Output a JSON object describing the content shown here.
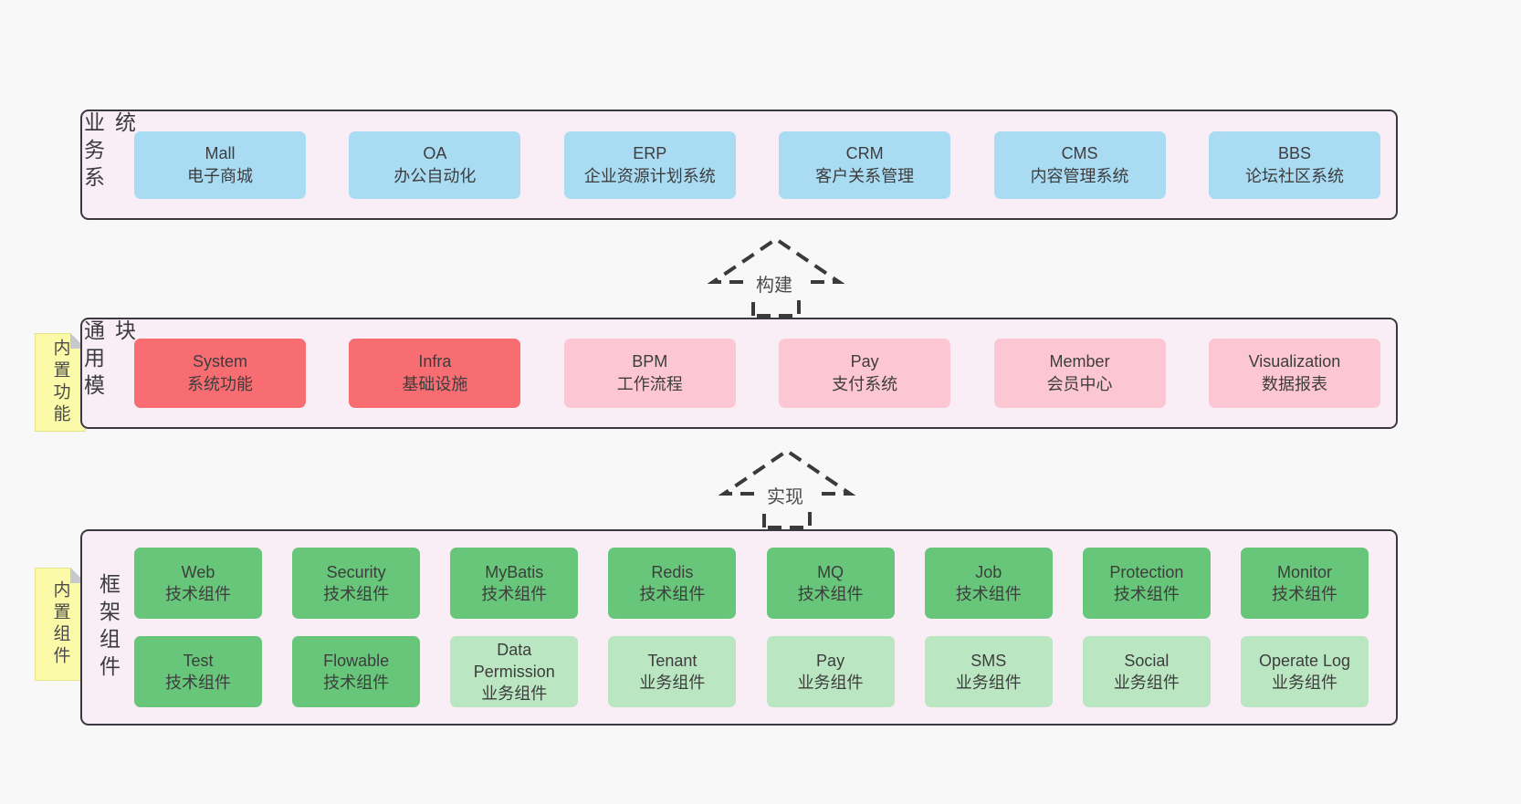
{
  "colors": {
    "page_bg": "#f8f8f8",
    "layer_bg": "#f9edf6",
    "layer_border": "#3b3940",
    "blue": "#a9dbf3",
    "red": "#f76d72",
    "pink": "#fcc7d2",
    "green": "#68c67a",
    "light_green": "#bae6c1",
    "sticky_yellow": "#fafaa8"
  },
  "arrows": [
    {
      "label": "构建"
    },
    {
      "label": "实现"
    }
  ],
  "stickies": [
    {
      "label": "内置功能"
    },
    {
      "label": "内置组件"
    }
  ],
  "layers": [
    {
      "label": "业务系统",
      "boxes": [
        {
          "title": "Mall",
          "subtitle": "电子商城",
          "color": "blue"
        },
        {
          "title": "OA",
          "subtitle": "办公自动化",
          "color": "blue"
        },
        {
          "title": "ERP",
          "subtitle": "企业资源计划系统",
          "color": "blue"
        },
        {
          "title": "CRM",
          "subtitle": "客户关系管理",
          "color": "blue"
        },
        {
          "title": "CMS",
          "subtitle": "内容管理系统",
          "color": "blue"
        },
        {
          "title": "BBS",
          "subtitle": "论坛社区系统",
          "color": "blue"
        }
      ]
    },
    {
      "label": "通用模块",
      "boxes": [
        {
          "title": "System",
          "subtitle": "系统功能",
          "color": "red"
        },
        {
          "title": "Infra",
          "subtitle": "基础设施",
          "color": "red"
        },
        {
          "title": "BPM",
          "subtitle": "工作流程",
          "color": "pink"
        },
        {
          "title": "Pay",
          "subtitle": "支付系统",
          "color": "pink"
        },
        {
          "title": "Member",
          "subtitle": "会员中心",
          "color": "pink"
        },
        {
          "title": "Visualization",
          "subtitle": "数据报表",
          "color": "pink"
        }
      ]
    },
    {
      "label": "框架组件",
      "boxes": [
        {
          "title": "Web",
          "subtitle": "技术组件",
          "color": "green"
        },
        {
          "title": "Security",
          "subtitle": "技术组件",
          "color": "green"
        },
        {
          "title": "MyBatis",
          "subtitle": "技术组件",
          "color": "green"
        },
        {
          "title": "Redis",
          "subtitle": "技术组件",
          "color": "green"
        },
        {
          "title": "MQ",
          "subtitle": "技术组件",
          "color": "green"
        },
        {
          "title": "Job",
          "subtitle": "技术组件",
          "color": "green"
        },
        {
          "title": "Protection",
          "subtitle": "技术组件",
          "color": "green"
        },
        {
          "title": "Monitor",
          "subtitle": "技术组件",
          "color": "green"
        },
        {
          "title": "Test",
          "subtitle": "技术组件",
          "color": "green"
        },
        {
          "title": "Flowable",
          "subtitle": "技术组件",
          "color": "green"
        },
        {
          "title": "Data Permission",
          "subtitle": "业务组件",
          "color": "light_green"
        },
        {
          "title": "Tenant",
          "subtitle": "业务组件",
          "color": "light_green"
        },
        {
          "title": "Pay",
          "subtitle": "业务组件",
          "color": "light_green"
        },
        {
          "title": "SMS",
          "subtitle": "业务组件",
          "color": "light_green"
        },
        {
          "title": "Social",
          "subtitle": "业务组件",
          "color": "light_green"
        },
        {
          "title": "Operate Log",
          "subtitle": "业务组件",
          "color": "light_green"
        }
      ]
    }
  ]
}
